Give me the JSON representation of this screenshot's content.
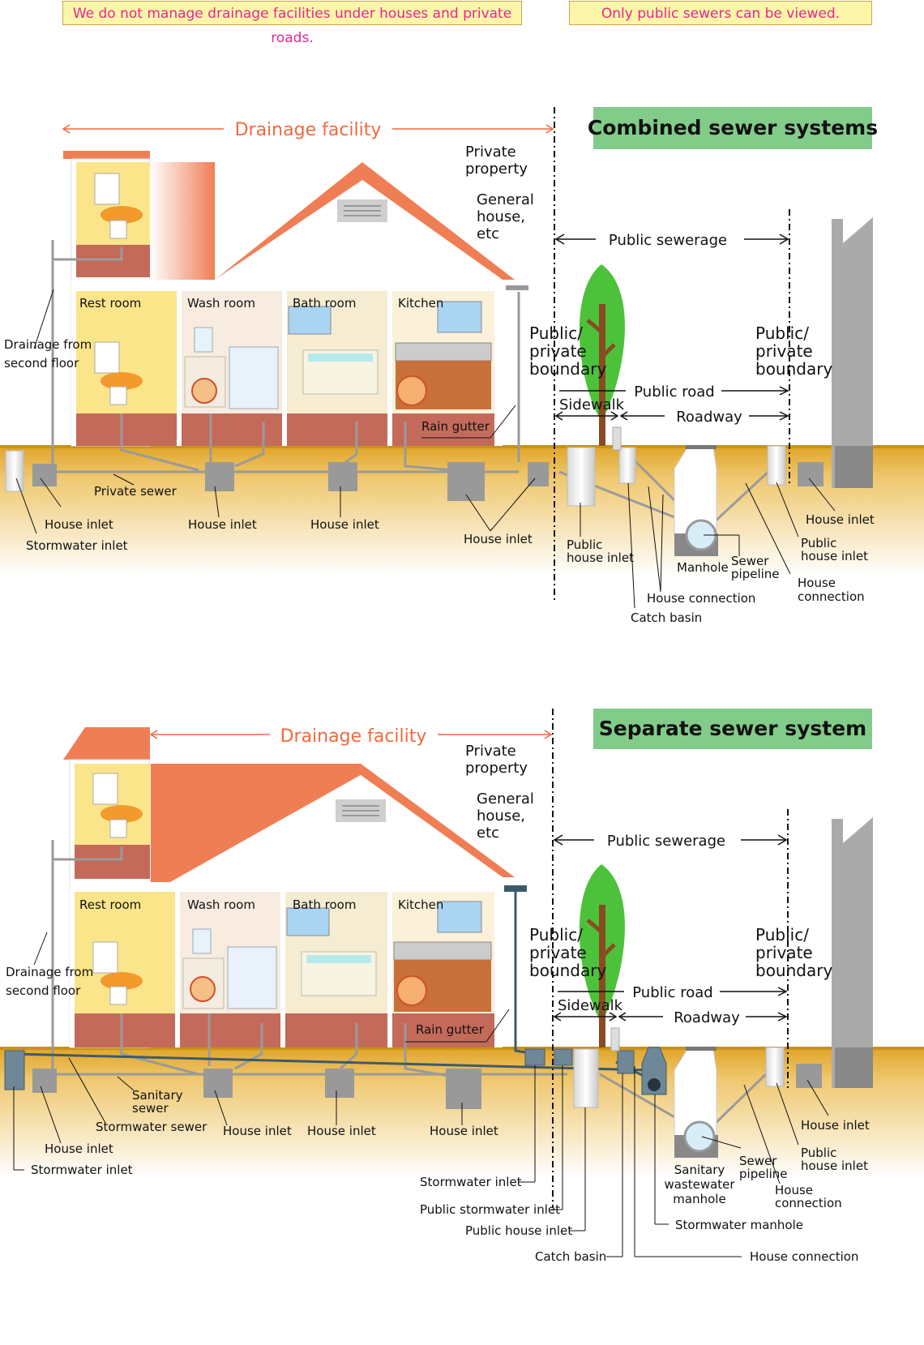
{
  "notes": {
    "left": "We do not manage drainage facilities under houses and private roads.",
    "right": "Only public sewers can be viewed."
  },
  "combined": {
    "title": "Combined sewer systems",
    "drainage_facility": "Drainage facility",
    "private_property": [
      "Private",
      "property"
    ],
    "general_house": [
      "General",
      "house,",
      "etc"
    ],
    "public_sewerage": "Public sewerage",
    "boundary_left": [
      "Public/",
      "private",
      "boundary"
    ],
    "boundary_right": [
      "Public/",
      "private",
      "boundary"
    ],
    "public_road": "Public road",
    "sidewalk": "Sidewalk",
    "roadway": "Roadway",
    "rooms": {
      "rest": "Rest room",
      "wash": "Wash room",
      "bath": "Bath room",
      "kitchen": "Kitchen"
    },
    "drainage_second": [
      "Drainage from",
      "second floor"
    ],
    "rain_gutter": "Rain gutter",
    "private_sewer": "Private sewer",
    "house_inlet": "House inlet",
    "stormwater_inlet": "Stormwater inlet",
    "public_house_inlet": [
      "Public",
      "house inlet"
    ],
    "manhole": "Manhole",
    "sewer_pipeline": [
      "Sewer",
      "pipeline"
    ],
    "house_connection": "House connection",
    "house_connection_2": [
      "House",
      "connection"
    ],
    "catch_basin": "Catch basin"
  },
  "separate": {
    "title": "Separate sewer system",
    "drainage_facility": "Drainage facility",
    "private_property": [
      "Private",
      "property"
    ],
    "general_house": [
      "General",
      "house,",
      "etc"
    ],
    "public_sewerage": "Public sewerage",
    "boundary_left": [
      "Public/",
      "private",
      "boundary"
    ],
    "boundary_right": [
      "Public/",
      "private",
      "boundary"
    ],
    "public_road": "Public road",
    "sidewalk": "Sidewalk",
    "roadway": "Roadway",
    "rooms": {
      "rest": "Rest room",
      "wash": "Wash room",
      "bath": "Bath room",
      "kitchen": "Kitchen"
    },
    "drainage_second": [
      "Drainage from",
      "second floor"
    ],
    "rain_gutter": "Rain gutter",
    "sanitary_sewer": [
      "Sanitary",
      "sewer"
    ],
    "stormwater_sewer": "Stormwater sewer",
    "house_inlet": "House inlet",
    "stormwater_inlet": "Stormwater inlet",
    "public_stormwater_inlet": "Public stormwater inlet",
    "public_house_inlet": "Public house inlet",
    "public_house_inlet_2": [
      "Public",
      "house inlet"
    ],
    "sanitary_manhole": [
      "Sanitary",
      "wastewater",
      "manhole"
    ],
    "sewer_pipeline": [
      "Sewer",
      "pipeline"
    ],
    "house_connection": "House connection",
    "house_connection_2": [
      "House",
      "connection"
    ],
    "stormwater_manhole": "Stormwater manhole",
    "catch_basin": "Catch basin"
  },
  "colors": {
    "roof": "#f07e55",
    "ground": "#e3a92a",
    "title_band": "#82cc8a",
    "accent_text": "#ee6a3e",
    "tree": "#4cc23a",
    "note_text": "#e6278f"
  }
}
